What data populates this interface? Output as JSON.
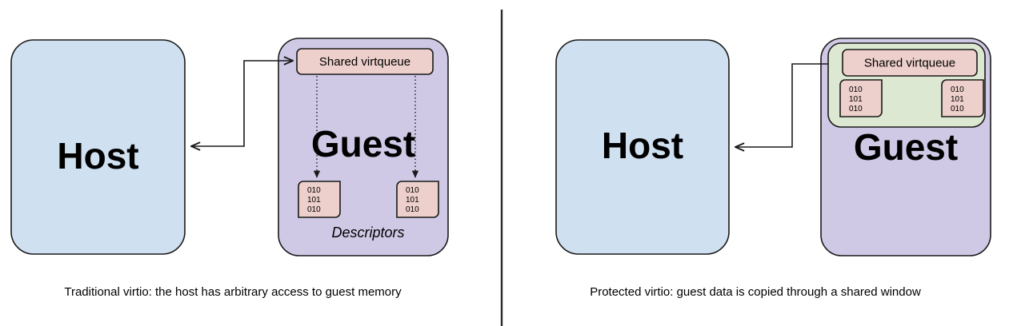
{
  "figure": {
    "type": "diagram",
    "subject": "virtio memory access comparison",
    "panel_count": 2
  },
  "colors": {
    "host_fill": "#cfe0f0",
    "guest_fill": "#cfc9e6",
    "virtqueue_fill": "#edcfcb",
    "descriptor_fill": "#edcfcb",
    "shared_window_fill": "#dde8d2",
    "stroke": "#1a1a1a",
    "divider": "#2b2b2b",
    "text": "#000000",
    "background": "#ffffff"
  },
  "panels": [
    {
      "id": "traditional",
      "caption": "Traditional virtio: the host has arbitrary access to guest memory",
      "host": {
        "label": "Host"
      },
      "guest": {
        "label": "Guest"
      },
      "virtqueue": {
        "label": "Shared virtqueue"
      },
      "descriptors_caption": "Descriptors",
      "descriptors": [
        {
          "lines": [
            "010",
            "101",
            "010"
          ]
        },
        {
          "lines": [
            "010",
            "101",
            "010"
          ]
        }
      ],
      "has_shared_window": false
    },
    {
      "id": "protected",
      "caption": "Protected virtio: guest data is copied through a shared window",
      "host": {
        "label": "Host"
      },
      "guest": {
        "label": "Guest"
      },
      "virtqueue": {
        "label": "Shared virtqueue"
      },
      "descriptors_caption": "",
      "descriptors": [
        {
          "lines": [
            "010",
            "101",
            "010"
          ]
        },
        {
          "lines": [
            "010",
            "101",
            "010"
          ]
        }
      ],
      "has_shared_window": true
    }
  ]
}
